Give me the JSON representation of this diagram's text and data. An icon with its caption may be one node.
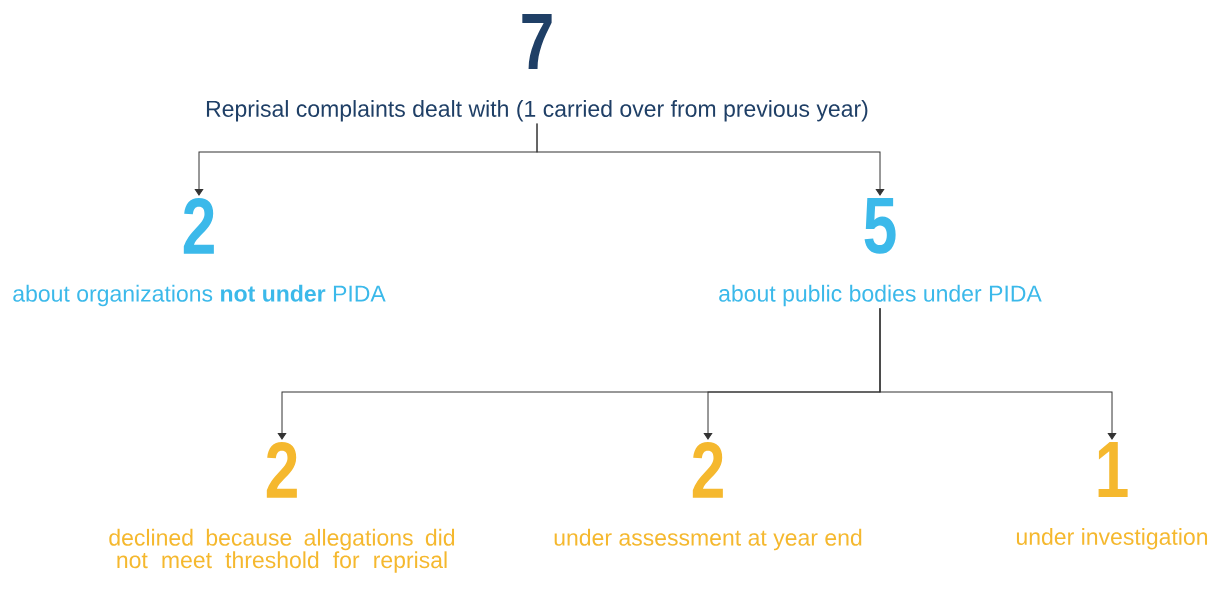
{
  "diagram": {
    "nodes": [
      {
        "text": [
          "7",
          "Reprisal complaints dealt with (1 carried over from previous year)"
        ]
      },
      {
        "text": [
          "2",
          "about organizations **not under** PIDA"
        ]
      },
      {
        "text": [
          "5",
          "about public bodies under PIDA"
        ]
      },
      {
        "text": [
          "2",
          "declined because allegations did not meet threshold for reprisal"
        ]
      },
      {
        "text": [
          "2",
          "under assessment at year end"
        ]
      },
      {
        "text": [
          "1",
          "under investigation"
        ]
      }
    ],
    "edges": [
      {
        "from": 0,
        "to": 1,
        "arrow": "to"
      },
      {
        "from": 0,
        "to": 2,
        "arrow": "to"
      },
      {
        "from": 2,
        "to": 3,
        "arrow": "to"
      },
      {
        "from": 2,
        "to": 4,
        "arrow": "to"
      },
      {
        "from": 2,
        "to": 5,
        "arrow": "to"
      }
    ]
  }
}
